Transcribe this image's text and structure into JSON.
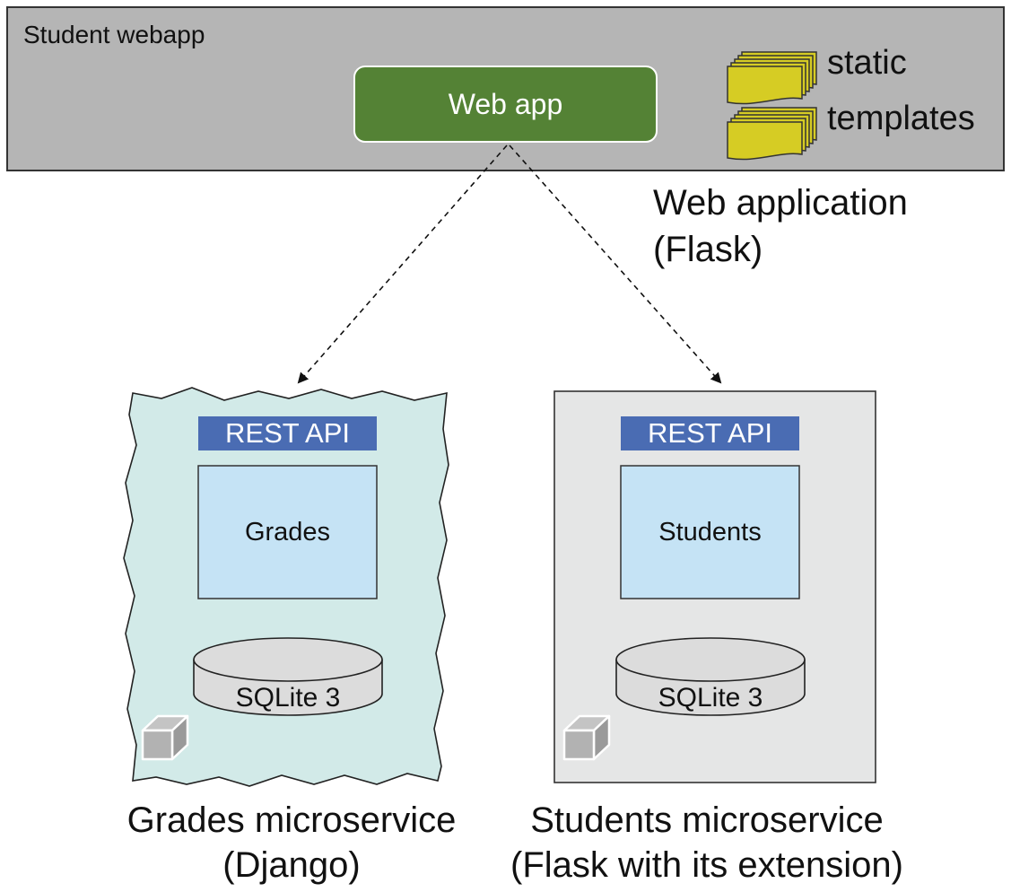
{
  "diagram": {
    "container": {
      "title": "Student webapp",
      "web_app_button": "Web app",
      "folders": [
        "static",
        "templates"
      ]
    },
    "web_application_caption": {
      "line1": "Web application",
      "line2": "(Flask)"
    },
    "grades_service": {
      "api_label": "REST API",
      "component_label": "Grades",
      "db_label": "SQLite 3",
      "caption_line1": "Grades microservice",
      "caption_line2": "(Django)"
    },
    "students_service": {
      "api_label": "REST API",
      "component_label": "Students",
      "db_label": "SQLite 3",
      "caption_line1": "Students microservice",
      "caption_line2": "(Flask with its extension)"
    },
    "colors": {
      "container_fill": "#b5b5b5",
      "web_app_fill": "#548235",
      "folder_fill": "#d6cc24",
      "grades_panel_fill": "#d2eae8",
      "students_panel_fill": "#e5e6e6",
      "api_bar_fill": "#4a6cb3",
      "component_fill": "#c5e3f5",
      "db_fill": "#dcdcdc"
    },
    "icons": {
      "folder": "stacked-pages-icon",
      "container": "cube-icon",
      "database": "cylinder-database-icon"
    }
  }
}
